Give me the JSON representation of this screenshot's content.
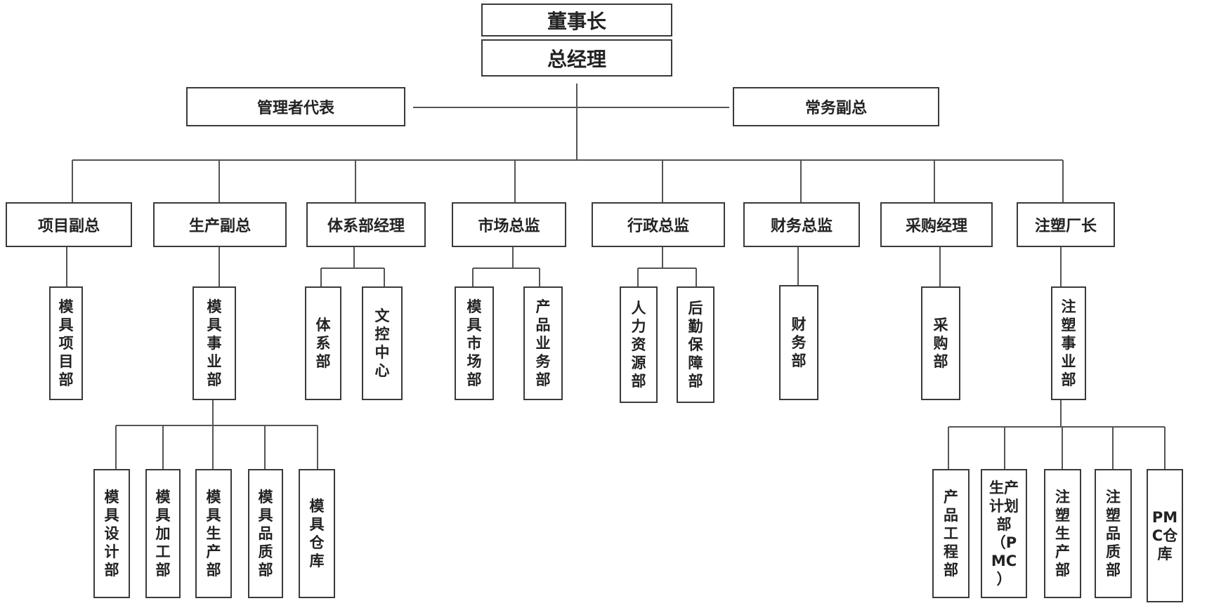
{
  "chairman": "董事长",
  "gm": "总经理",
  "mgmt_rep": "管理者代表",
  "exec_vp": "常务副总",
  "level3": [
    "项目副总",
    "生产副总",
    "体系部经理",
    "市场总监",
    "行政总监",
    "财务总监",
    "采购经理",
    "注塑厂长"
  ],
  "level4": {
    "mold_project": "模\n具\n项\n目\n部",
    "mold_business": "模\n具\n事\n业\n部",
    "system": "体\n系\n部",
    "doc_control": "文\n控\n中\n心",
    "mold_market": "模\n具\n市\n场\n部",
    "product_business": "产\n品\n业\n务\n部",
    "hr": "人\n力\n资\n源\n部",
    "logistics": "后\n勤\n保\n障\n部",
    "finance": "财\n务\n部",
    "purchasing": "采\n购\n部",
    "injection_business": "注\n塑\n事\n业\n部"
  },
  "level5_mold": [
    "模\n具\n设\n计\n部",
    "模\n具\n加\n工\n部",
    "模\n具\n生\n产\n部",
    "模\n具\n品\n质\n部",
    "模\n具\n仓\n库"
  ],
  "level5_inj": [
    "产\n品\n工\n程\n部",
    "生产\n计划\n部\n（P\nMC\n）",
    "注\n塑\n生\n产\n部",
    "注\n塑\n品\n质\n部",
    "PM\nC仓\n库"
  ]
}
